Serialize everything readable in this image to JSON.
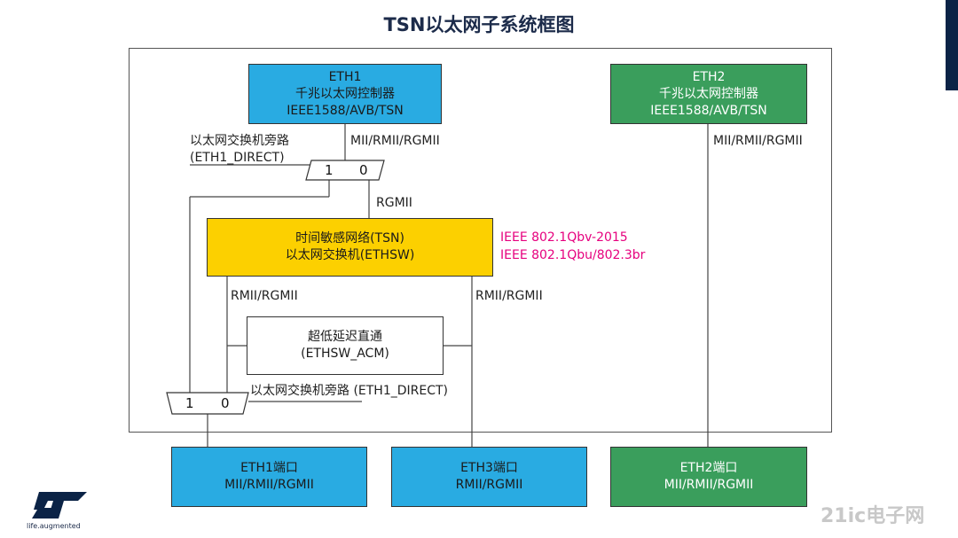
{
  "title": "TSN以太网子系统框图",
  "eth1": {
    "line1": "ETH1",
    "line2": "千兆以太网控制器",
    "line3": "IEEE1588/AVB/TSN"
  },
  "eth2": {
    "line1": "ETH2",
    "line2": "千兆以太网控制器",
    "line3": "IEEE1588/AVB/TSN"
  },
  "tsn": {
    "line1": "时间敏感网络(TSN)",
    "line2": "以太网交换机(ETHSW)"
  },
  "acm": {
    "line1": "超低延迟直通",
    "line2": "(ETHSW_ACM)"
  },
  "ports": [
    {
      "line1": "ETH1端口",
      "line2": "MII/RMII/RGMII"
    },
    {
      "line1": "ETH3端口",
      "line2": "RMII/RGMII"
    },
    {
      "line1": "ETH2端口",
      "line2": "MII/RMII/RGMII"
    }
  ],
  "labels": {
    "eth1_if": "MII/RMII/RGMII",
    "eth2_if": "MII/RMII/RGMII",
    "bypass_top_1": "以太网交换机旁路",
    "bypass_top_2": "(ETH1_DIRECT)",
    "bypass_bottom": "以太网交换机旁路 (ETH1_DIRECT)",
    "rgmii": "RGMII",
    "sw_left": "RMII/RGMII",
    "sw_right": "RMII/RGMII"
  },
  "standards": [
    "IEEE 802.1Qbv-2015",
    "IEEE 802.1Qbu/802.3br"
  ],
  "mux_top": {
    "in1": "1",
    "in0": "0"
  },
  "mux_bottom": {
    "in1": "1",
    "in0": "0"
  },
  "logo": {
    "tagline": "life.augmented"
  },
  "watermark": "21ic电子网",
  "colors": {
    "blue": "#29abe2",
    "green": "#3a9e5c",
    "yellow": "#fcd000",
    "pink": "#e6007e",
    "navy": "#0b2346"
  }
}
